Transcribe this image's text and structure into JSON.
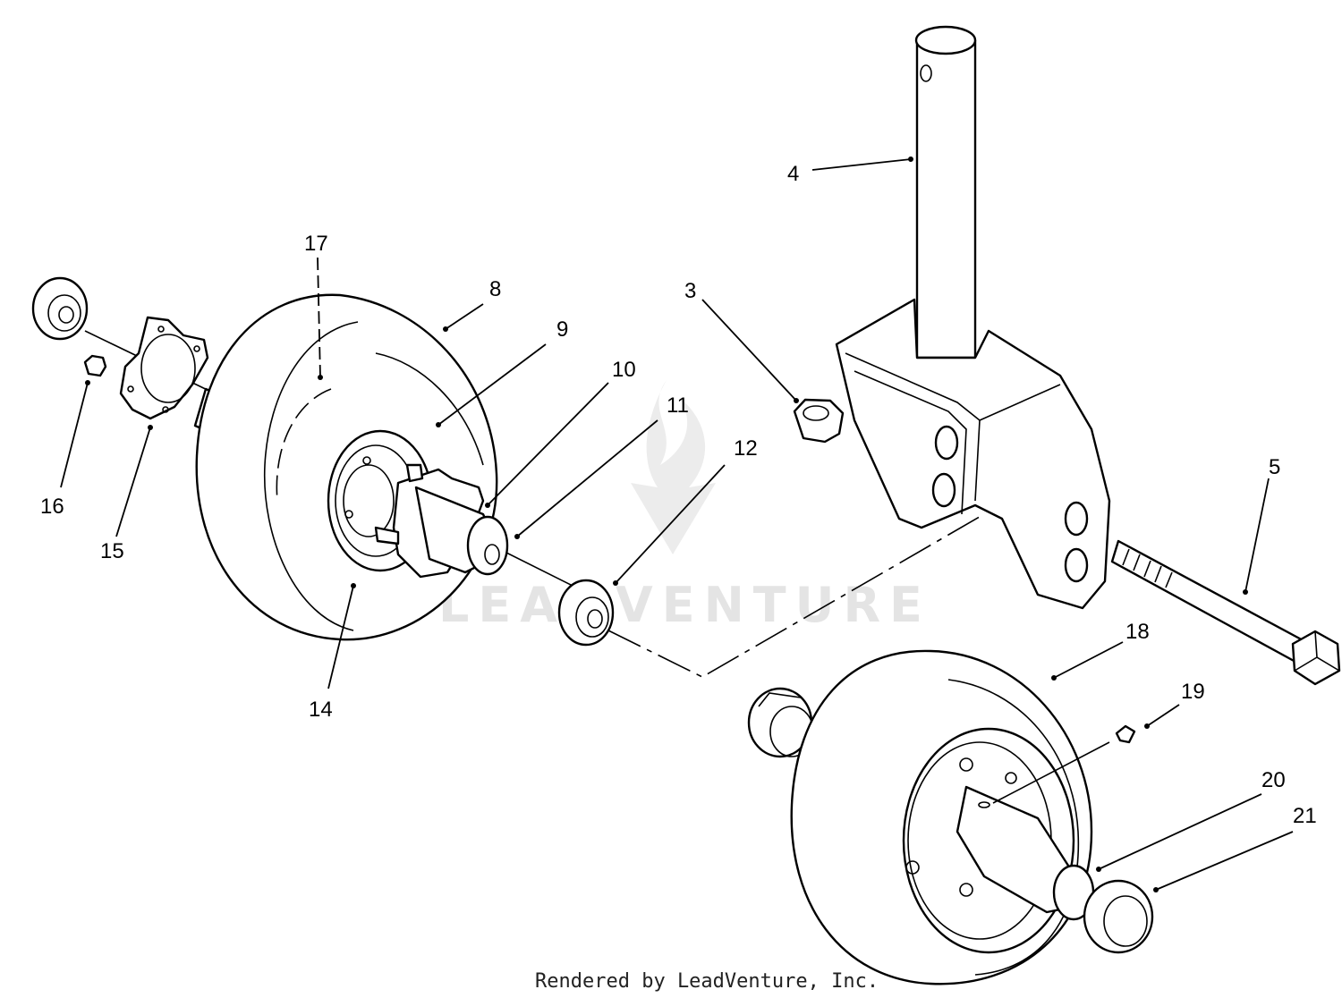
{
  "callouts": [
    {
      "id": "c3",
      "label": "3"
    },
    {
      "id": "c4",
      "label": "4"
    },
    {
      "id": "c5",
      "label": "5"
    },
    {
      "id": "c8",
      "label": "8"
    },
    {
      "id": "c9",
      "label": "9"
    },
    {
      "id": "c10",
      "label": "10"
    },
    {
      "id": "c11",
      "label": "11"
    },
    {
      "id": "c12",
      "label": "12"
    },
    {
      "id": "c14",
      "label": "14"
    },
    {
      "id": "c15",
      "label": "15"
    },
    {
      "id": "c16",
      "label": "16"
    },
    {
      "id": "c17",
      "label": "17"
    },
    {
      "id": "c18",
      "label": "18"
    },
    {
      "id": "c19",
      "label": "19"
    },
    {
      "id": "c20",
      "label": "20"
    },
    {
      "id": "c21",
      "label": "21"
    }
  ],
  "footer": "Rendered by LeadVenture, Inc.",
  "watermark": "LEADVENTURE",
  "colors": {
    "line": "#000000",
    "watermark": "#e4e4e4"
  }
}
